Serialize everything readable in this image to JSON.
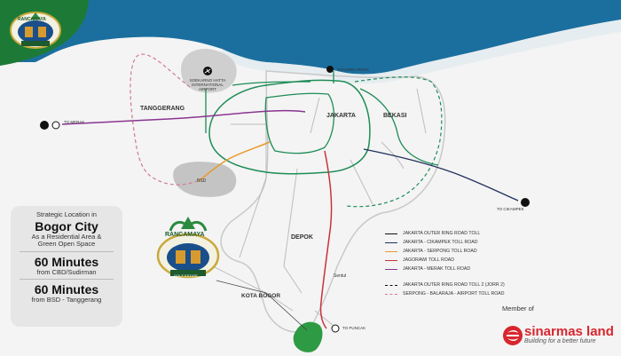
{
  "map": {
    "regions": {
      "tanggerang": "TANGGERANG",
      "jakarta": "JAKARTA",
      "bekasi": "BEKASI",
      "depok": "DEPOK",
      "kota_bogor": "KOTA BOGOR",
      "bsd": "BSD",
      "sentul": "Sentul"
    },
    "places": {
      "airport": "SOEKARNO HATTA INTERNATIONAL AIRPORT",
      "port": "TANJUNG PRIOK",
      "to_merak": "TO MERAK",
      "to_cikampek": "TO CIKAMPEK",
      "to_puncak": "TO PUNCAK"
    },
    "brand_logo_text": {
      "name": "RANCAMAYA",
      "tagline": "GOLF ESTATE"
    },
    "colors": {
      "sea": "#1b6f9e",
      "green_brand": "#1d7a36",
      "road_green": "#1d8c57",
      "road_orange": "#e89a2a",
      "road_red": "#c8323a",
      "road_purple": "#8a3590",
      "road_navy": "#22305f",
      "road_dashed_green": "#1d8c57",
      "road_dashed_pink": "#d27a8e"
    }
  },
  "info_card": {
    "intro": "Strategic Location in",
    "city": "Bogor City",
    "desc": "As a Residential Area & Green Open Space",
    "cbd_time": "60 Minutes",
    "cbd_from": "from CBD/Sudirman",
    "bsd_time": "60 Minutes",
    "bsd_from": "from BSD - Tanggerang"
  },
  "legend": {
    "items": [
      {
        "label": "JAKARTA OUTER RING ROAD TOLL",
        "color": "#111111",
        "style": "solid"
      },
      {
        "label": "JAKARTA - CIKAMPEK TOLL ROAD",
        "color": "#22305f",
        "style": "solid"
      },
      {
        "label": "JAKARTA - SERPONG TOLL ROAD",
        "color": "#e89a2a",
        "style": "solid"
      },
      {
        "label": "JAGORAWI TOLL ROAD",
        "color": "#c8323a",
        "style": "solid"
      },
      {
        "label": "JAKARTA - MERAK TOLL ROAD",
        "color": "#8a3590",
        "style": "solid"
      },
      {
        "label": "JAKARTA OUTER RING ROAD TOLL 2 (JORR 2)",
        "color": "#111111",
        "style": "dashed"
      },
      {
        "label": "SERPONG - BALARAJA - AIRPORT TOLL ROAD",
        "color": "#d27a8e",
        "style": "dashed"
      }
    ]
  },
  "footer": {
    "member_of": "Member of",
    "brand_name": "sinarmas land",
    "brand_tagline": "Building for a better future"
  }
}
